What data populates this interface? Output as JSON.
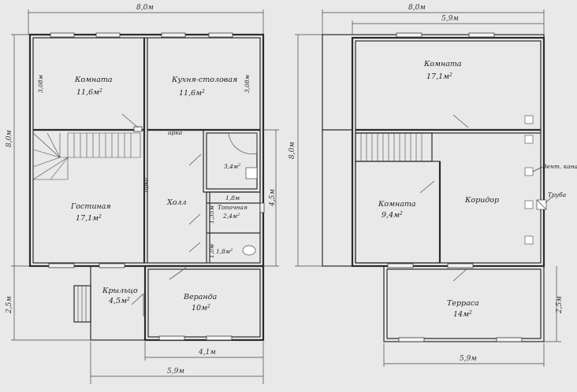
{
  "ground_floor": {
    "width_top": "8,0м",
    "height_left": "8,0м",
    "porch_depth": "2,5м",
    "bottom_width_41": "4,1м",
    "bottom_width_59": "5,9м",
    "right_45": "4,5м",
    "rooms": {
      "room_name": "Комната",
      "room_area": "11,6м",
      "kitchen_name": "Кухня-столовая",
      "kitchen_area": "11,6м",
      "living_name": "Гостиная",
      "living_area": "17,1м",
      "hall_name": "Холл",
      "boiler_name": "Топочная",
      "boiler_area": "2,4м",
      "bath_area": "3,4м",
      "wc_area": "1,8м",
      "porch_name": "Крыльцо",
      "porch_area": "4,5м",
      "veranda_name": "Веранда",
      "veranda_area": "10м"
    },
    "labels": {
      "arch1": "арка",
      "arch2": "арка",
      "room_h": "3,08м",
      "kitchen_h": "3,08м",
      "d18": "1,8м",
      "d135": "1,35м",
      "d10": "1,0м"
    }
  },
  "upper_floor": {
    "width_top": "8,0м",
    "inner_top": "5,9м",
    "height_left": "8,0м",
    "terrace_depth": "2,5м",
    "bottom_width": "5,9м",
    "rooms": {
      "room1_name": "Комната",
      "room1_area": "17,1м",
      "room2_name": "Комната",
      "room2_area": "9,4м",
      "corridor": "Коридор",
      "terrace_name": "Терраса",
      "terrace_area": "14м"
    },
    "labels": {
      "vent": "Вент. канал",
      "pipe": "Труба"
    }
  },
  "sup": "2"
}
